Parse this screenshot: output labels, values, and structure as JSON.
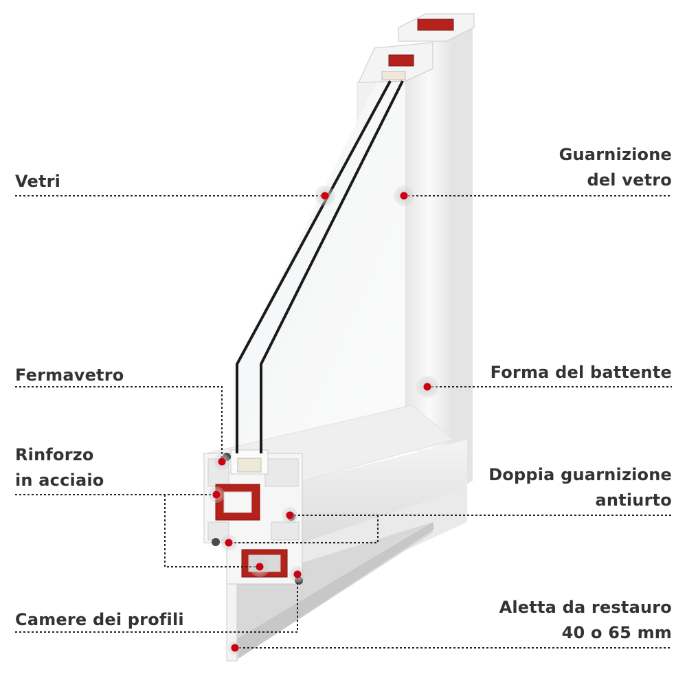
{
  "colors": {
    "background": "#ffffff",
    "label_text": "#333333",
    "marker": "#cc0011",
    "marker_halo": "#d9d9d9",
    "leader_line": "#222222",
    "steel_reinforcement": "#b5221c",
    "glass_edge": "#1a1a1a"
  },
  "labels": {
    "vetri": "Vetri",
    "guarnizione_line1": "Guarnizione",
    "guarnizione_line2": "del vetro",
    "fermavetro": "Fermavetro",
    "forma_battente": "Forma del battente",
    "rinforzo_line1": "Rinforzo",
    "rinforzo_line2": "in acciaio",
    "doppia_line1": "Doppia guarnizione",
    "doppia_line2": "antiurto",
    "camere": "Camere dei profili",
    "aletta_line1": "Aletta da restauro",
    "aletta_line2": "40 o 65 mm"
  }
}
